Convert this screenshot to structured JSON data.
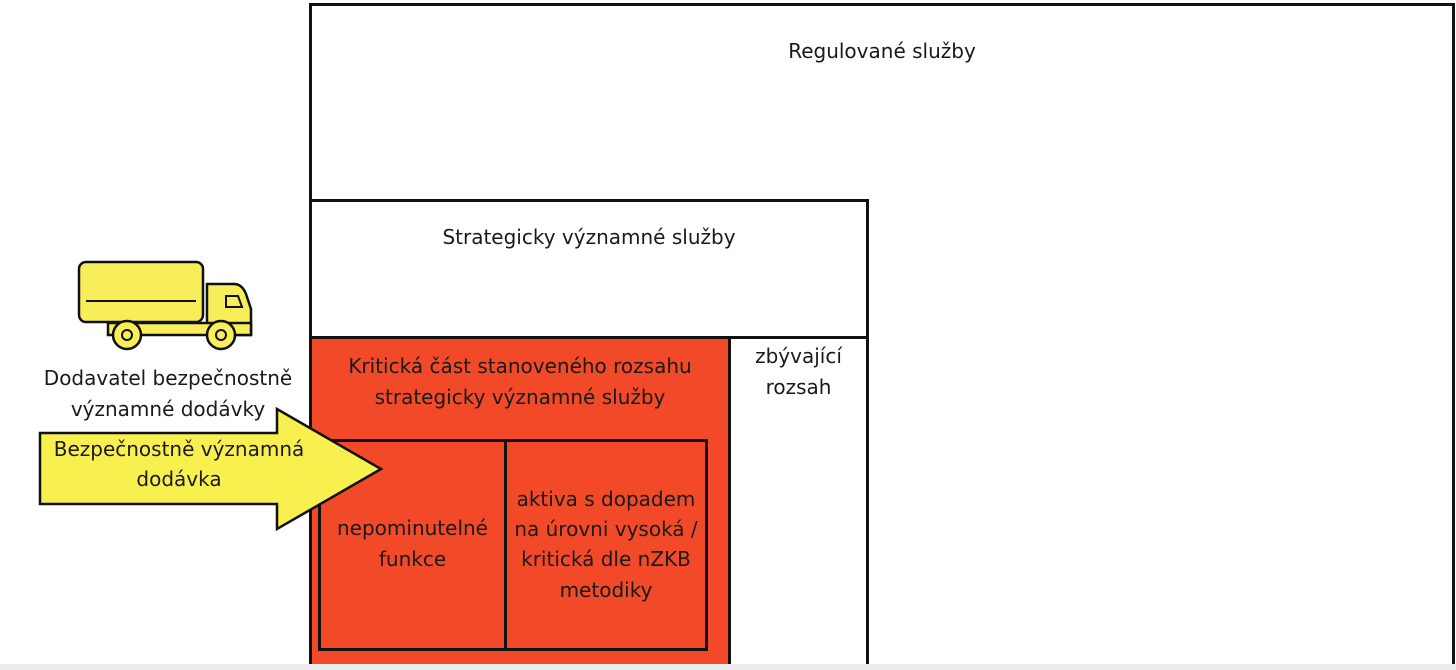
{
  "colors": {
    "critical_fill": "#f24a28",
    "arrow_fill": "#f8f04f",
    "truck_fill": "#f8ee5a",
    "border": "#111111"
  },
  "regulated": {
    "label": "Regulované služby"
  },
  "strategic": {
    "label": "Strategicky významné služby"
  },
  "critical": {
    "label_line1": "Kritická část stanoveného rozsahu",
    "label_line2": "strategicky významné služby"
  },
  "remaining": {
    "label_line1": "zbývající",
    "label_line2": "rozsah"
  },
  "functions": {
    "label_line1": "nepominutelné",
    "label_line2": "funkce"
  },
  "assets": {
    "label_line1": "aktiva s dopadem",
    "label_line2": "na úrovni vysoká /",
    "label_line3": "kritická dle nZKB",
    "label_line4": "metodiky"
  },
  "supplier": {
    "icon": "truck-icon",
    "label_line1": "Dodavatel bezpečnostně",
    "label_line2": "významné dodávky"
  },
  "supply_arrow": {
    "label_line1": "Bezpečnostně významná",
    "label_line2": "dodávka"
  }
}
